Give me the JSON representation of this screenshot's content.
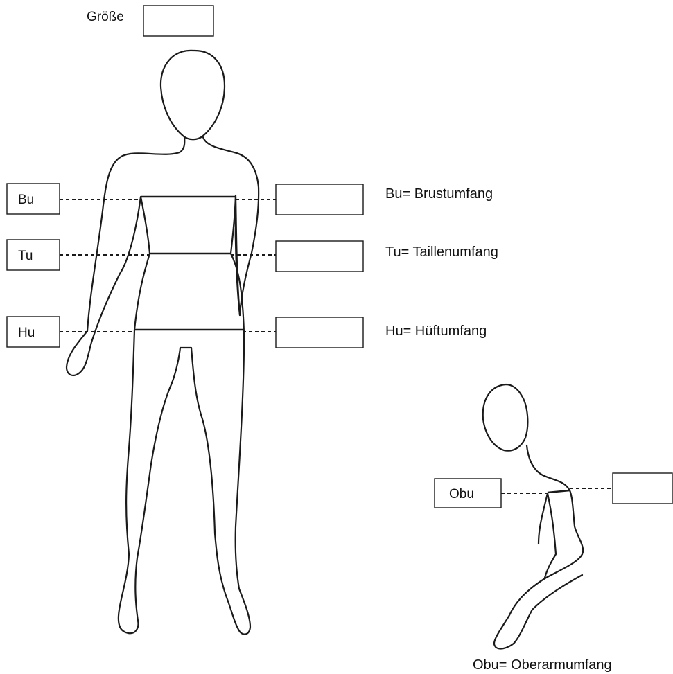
{
  "height_label": "Größe",
  "measurements": {
    "bust": {
      "abbr": "Bu",
      "legend": "Bu= Brustumfang",
      "value": ""
    },
    "waist": {
      "abbr": "Tu",
      "legend": "Tu= Taillenumfang",
      "value": ""
    },
    "hip": {
      "abbr": "Hu",
      "legend": "Hu= Hüftumfang",
      "value": ""
    },
    "upper_arm": {
      "abbr": "Obu",
      "legend": "Obu= Oberarmumfang",
      "value": ""
    }
  },
  "height_value": ""
}
